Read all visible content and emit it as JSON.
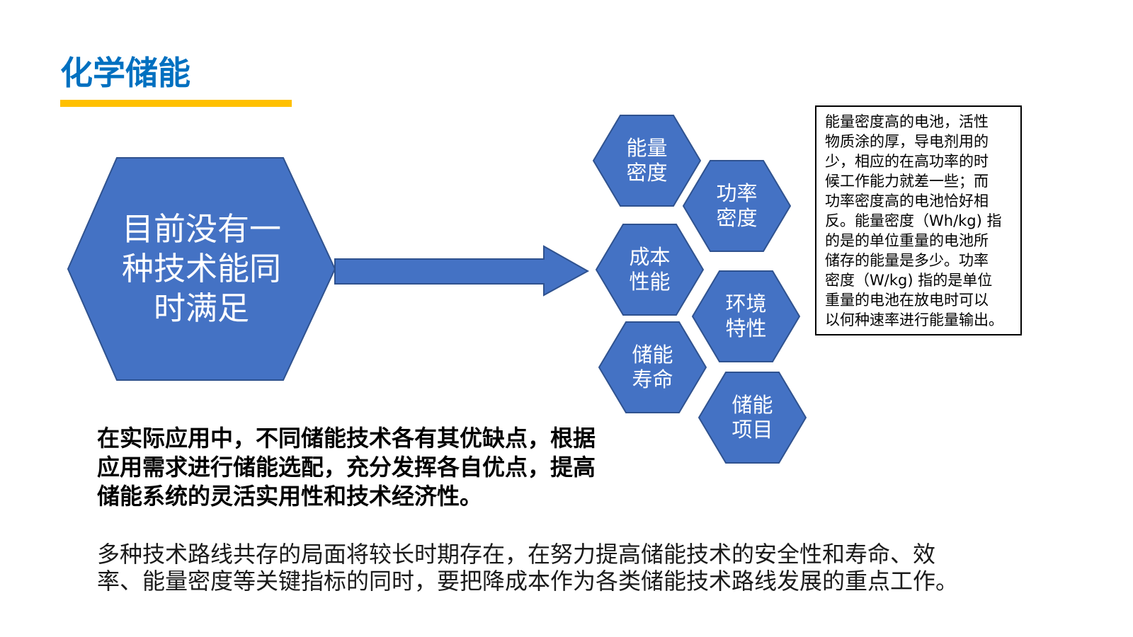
{
  "slide": {
    "title": "化学储能"
  },
  "theme": {
    "accent": "#0070C0",
    "bar": "#FFC000",
    "fill": "#4472C4",
    "stroke": "#2F528F"
  },
  "main_hex": {
    "lines": [
      "目前没有一",
      "种技术能同",
      "时满足"
    ]
  },
  "hexes": [
    {
      "lines": [
        "能量",
        "密度"
      ]
    },
    {
      "lines": [
        "功率",
        "密度"
      ]
    },
    {
      "lines": [
        "成本",
        "性能"
      ]
    },
    {
      "lines": [
        "环境",
        "特性"
      ]
    },
    {
      "lines": [
        "储能",
        "寿命"
      ]
    },
    {
      "lines": [
        "储能",
        "项目"
      ]
    }
  ],
  "note_box": {
    "lines": [
      "能量密度高的电池，活性",
      "物质涂的厚，导电剂用的",
      "少，相应的在高功率的时",
      "候工作能力就差一些；而",
      "功率密度高的电池恰好相",
      "反。能量密度（Wh/kg) 指",
      "的是的单位重量的电池所",
      "储存的能量是多少。功率",
      "密度（W/kg) 指的是单位",
      "重量的电池在放电时可以",
      "以何种速率进行能量输出。"
    ]
  },
  "paragraph_bold": {
    "lines": [
      "在实际应用中，不同储能技术各有其优缺点，根据",
      "应用需求进行储能选配，充分发挥各自优点，提高",
      "储能系统的灵活实用性和技术经济性。"
    ]
  },
  "paragraph": {
    "lines": [
      "多种技术路线共存的局面将较长时期存在，在努力提高储能技术的安全性和寿命、效",
      "率、能量密度等关键指标的同时，要把降成本作为各类储能技术路线发展的重点工作。"
    ]
  }
}
